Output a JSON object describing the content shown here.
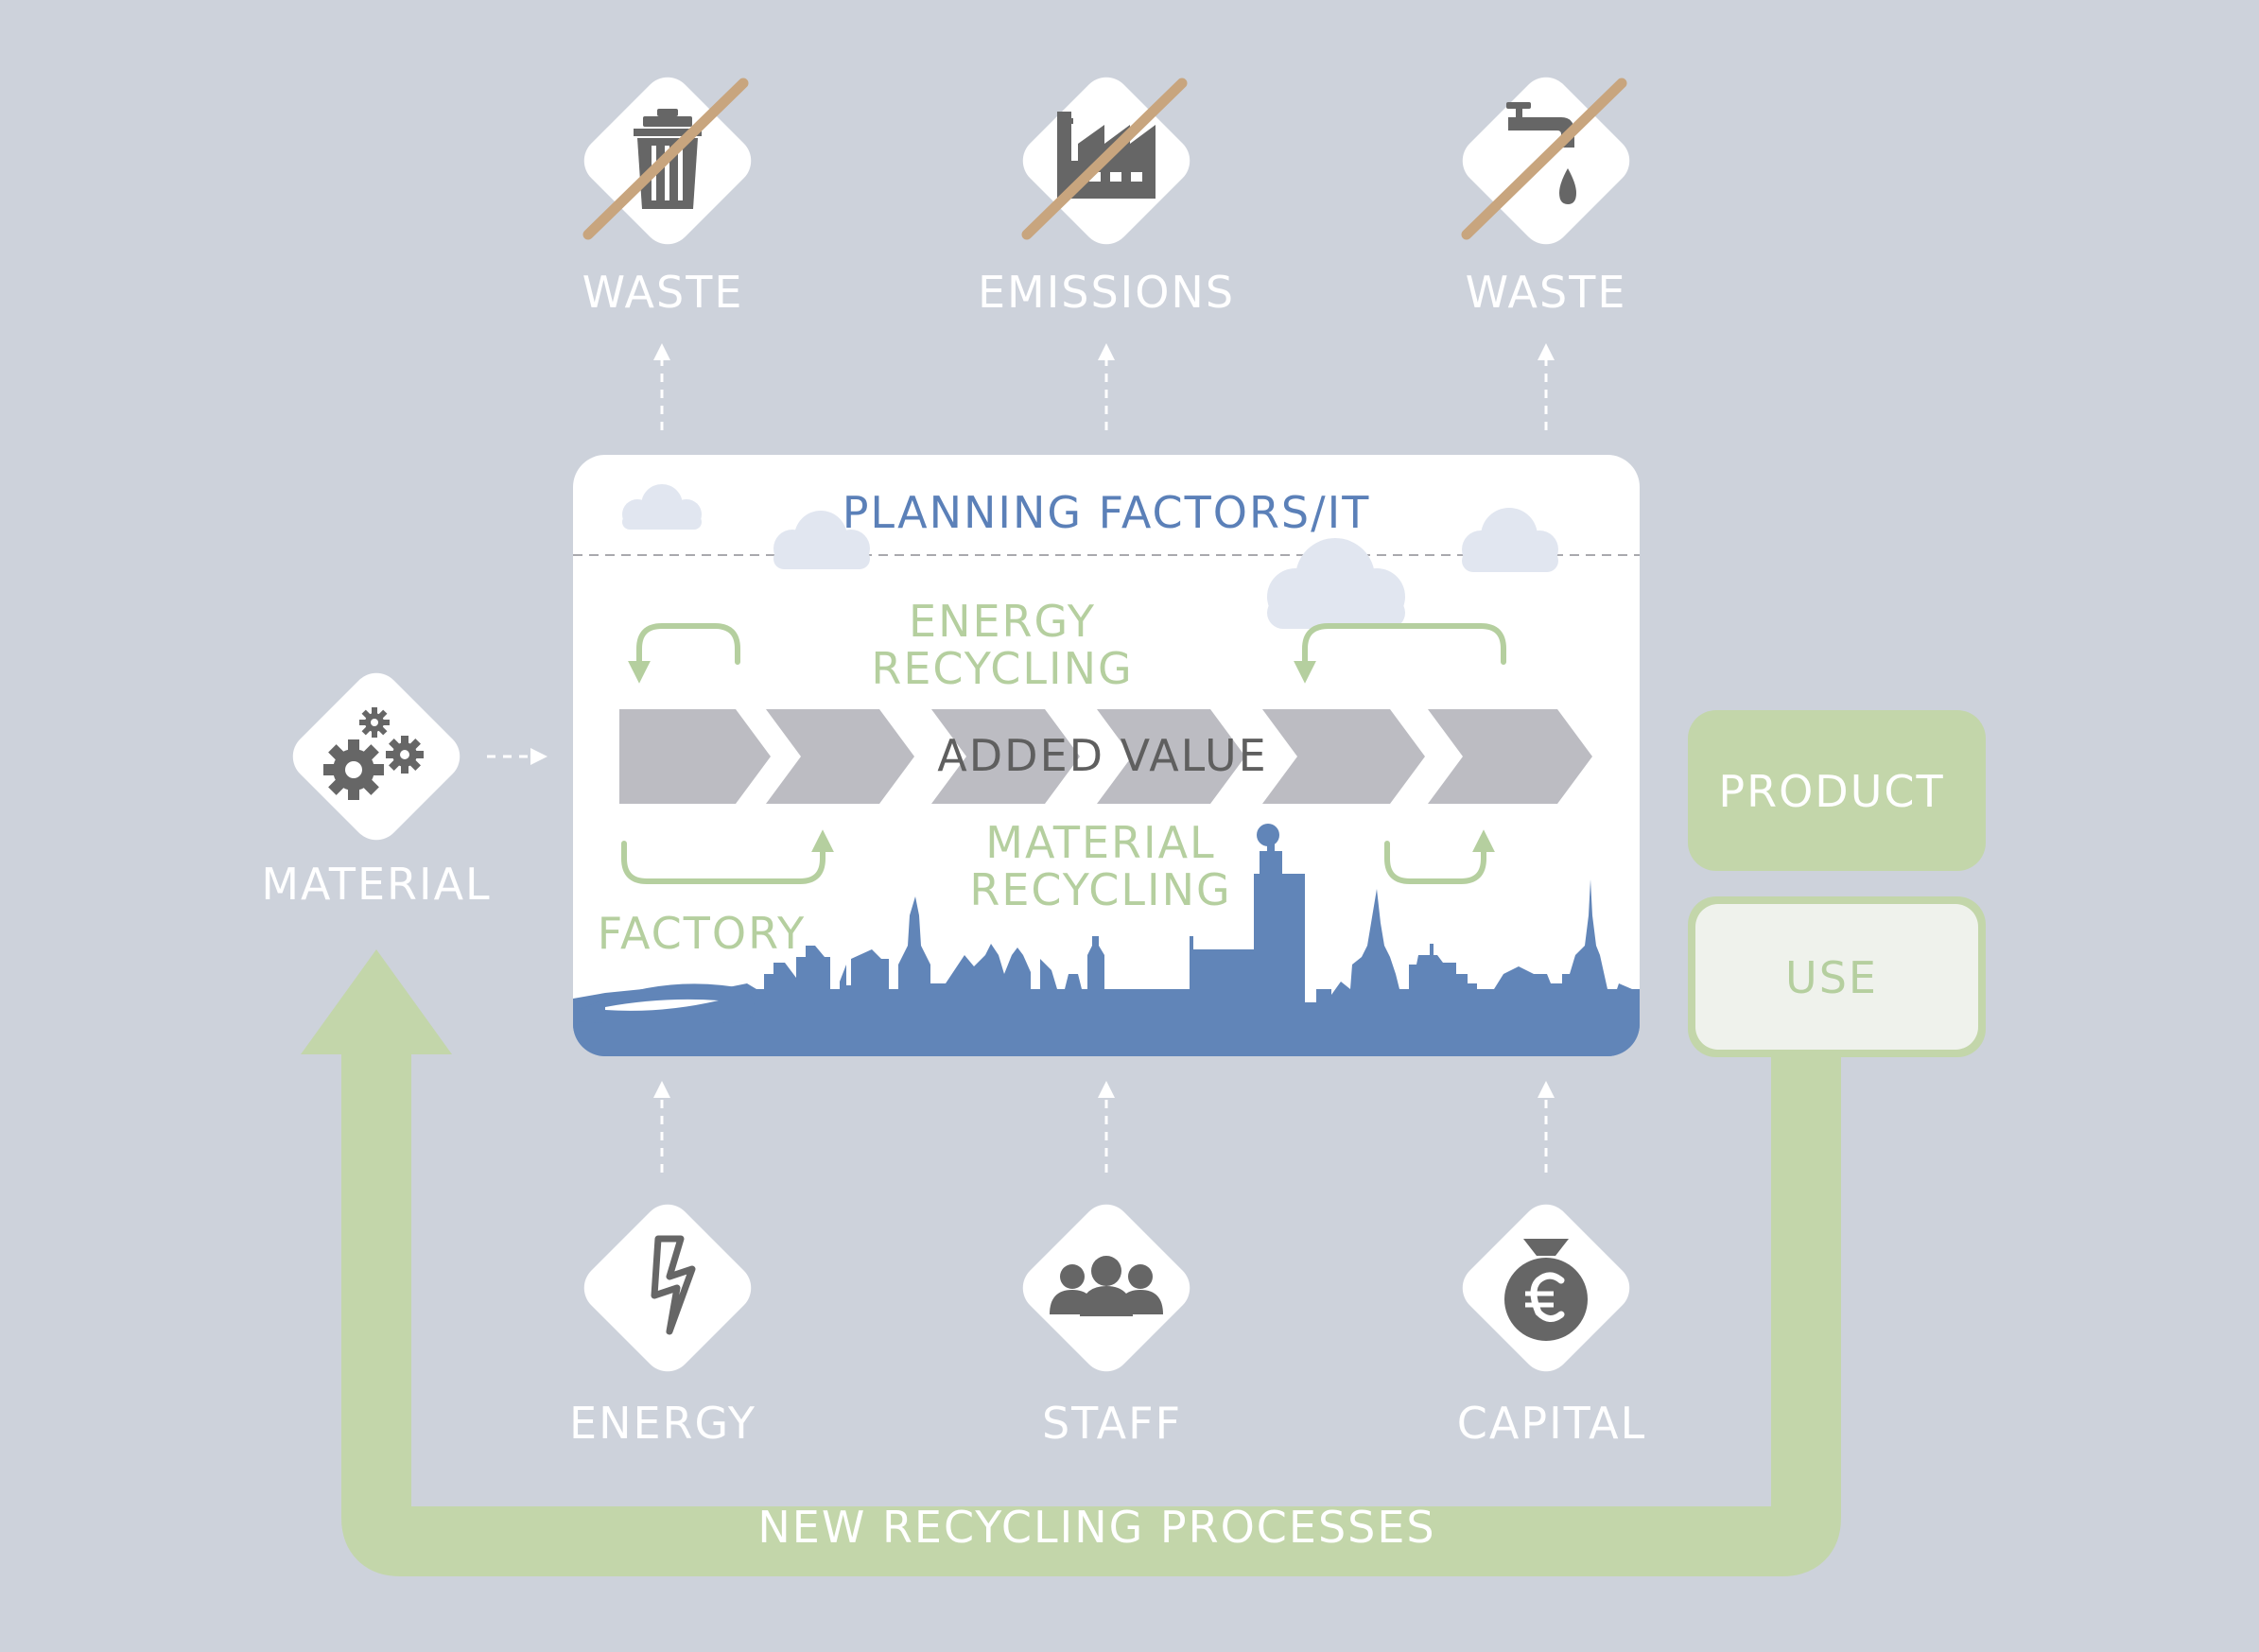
{
  "outputs": [
    {
      "label": "WASTE",
      "icon": "trash-can-icon"
    },
    {
      "label": "EMISSIONS",
      "icon": "factory-icon"
    },
    {
      "label": "WASTE",
      "icon": "water-tap-icon"
    }
  ],
  "inputs": [
    {
      "label": "ENERGY",
      "icon": "lightning-icon"
    },
    {
      "label": "STAFF",
      "icon": "people-icon"
    },
    {
      "label": "CAPITAL",
      "icon": "euro-money-bag-icon"
    }
  ],
  "material": {
    "label": "MATERIAL",
    "icon": "gears-icon"
  },
  "panel": {
    "title": "PLANNING FACTORS/IT",
    "energy_recycling": [
      "ENERGY",
      "RECYCLING"
    ],
    "added_value": "ADDED VALUE",
    "material_recycling": [
      "MATERIAL",
      "RECYCLING"
    ],
    "factory": "FACTORY"
  },
  "product": "PRODUCT",
  "use": "USE",
  "loop_label": "NEW RECYCLING PROCESSES",
  "colors": {
    "background": "#cdd2db",
    "green": "#c3d6aa",
    "green_text": "#b5cf9f",
    "blue": "#6185b8",
    "chevron_gray": "#bcbcc2",
    "icon_gray": "#666666",
    "strike": "#c8a57e"
  }
}
